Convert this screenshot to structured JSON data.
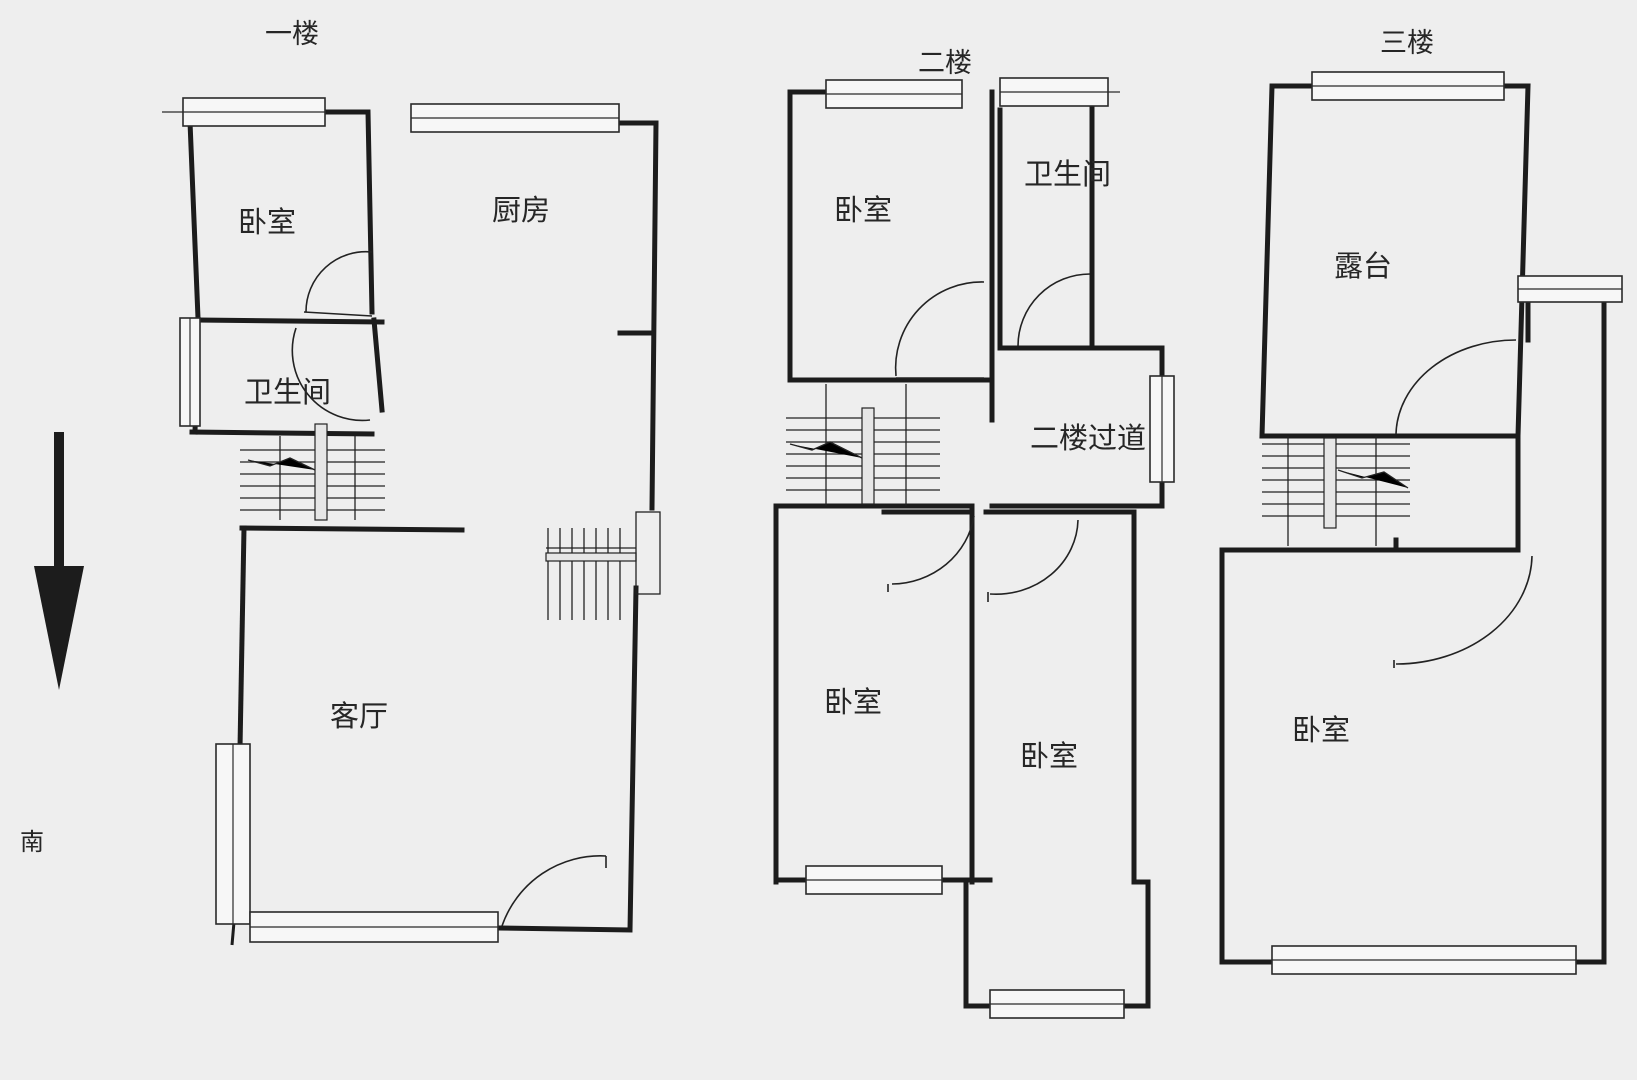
{
  "floors": {
    "floor1": {
      "title": "一楼",
      "rooms": {
        "bedroom": "卧室",
        "kitchen": "厨房",
        "bathroom": "卫生间",
        "living_room": "客厅"
      }
    },
    "floor2": {
      "title": "二楼",
      "rooms": {
        "bedroom_north": "卧室",
        "bathroom": "卫生间",
        "corridor": "二楼过道",
        "bedroom_sw": "卧室",
        "bedroom_se": "卧室"
      }
    },
    "floor3": {
      "title": "三楼",
      "rooms": {
        "terrace": "露台",
        "bedroom": "卧室"
      }
    }
  },
  "compass": {
    "label": "南",
    "icon": "down-arrow-icon"
  },
  "colors": {
    "paper": "#eeeeee",
    "wall": "#1c1c1c"
  }
}
